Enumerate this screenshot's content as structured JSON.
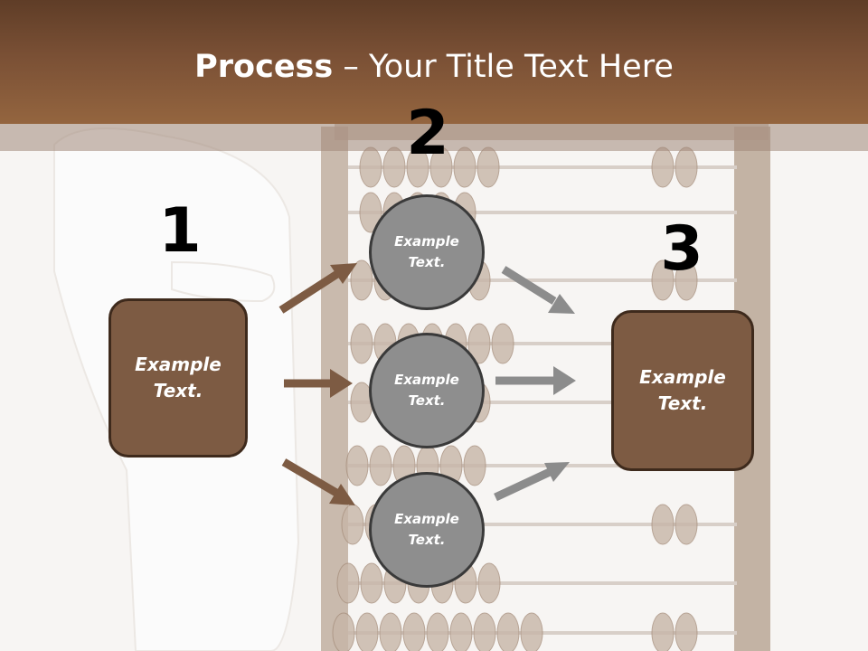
{
  "title": {
    "bold": "Process",
    "rest": " – Your Title Text Here"
  },
  "numbers": {
    "n1": "1",
    "n2": "2",
    "n3": "3"
  },
  "left_box": {
    "line1": "Example",
    "line2": "Text."
  },
  "circles": [
    {
      "line1": "Example",
      "line2": "Text."
    },
    {
      "line1": "Example",
      "line2": "Text."
    },
    {
      "line1": "Example",
      "line2": "Text."
    }
  ],
  "right_box": {
    "line1": "Example",
    "line2": "Text."
  },
  "colors": {
    "header": "#7a5035",
    "box": "#7d5b43",
    "circle": "#8e8e8e",
    "arrow_brown": "#7d5b43",
    "arrow_gray": "#8c8c8c"
  }
}
